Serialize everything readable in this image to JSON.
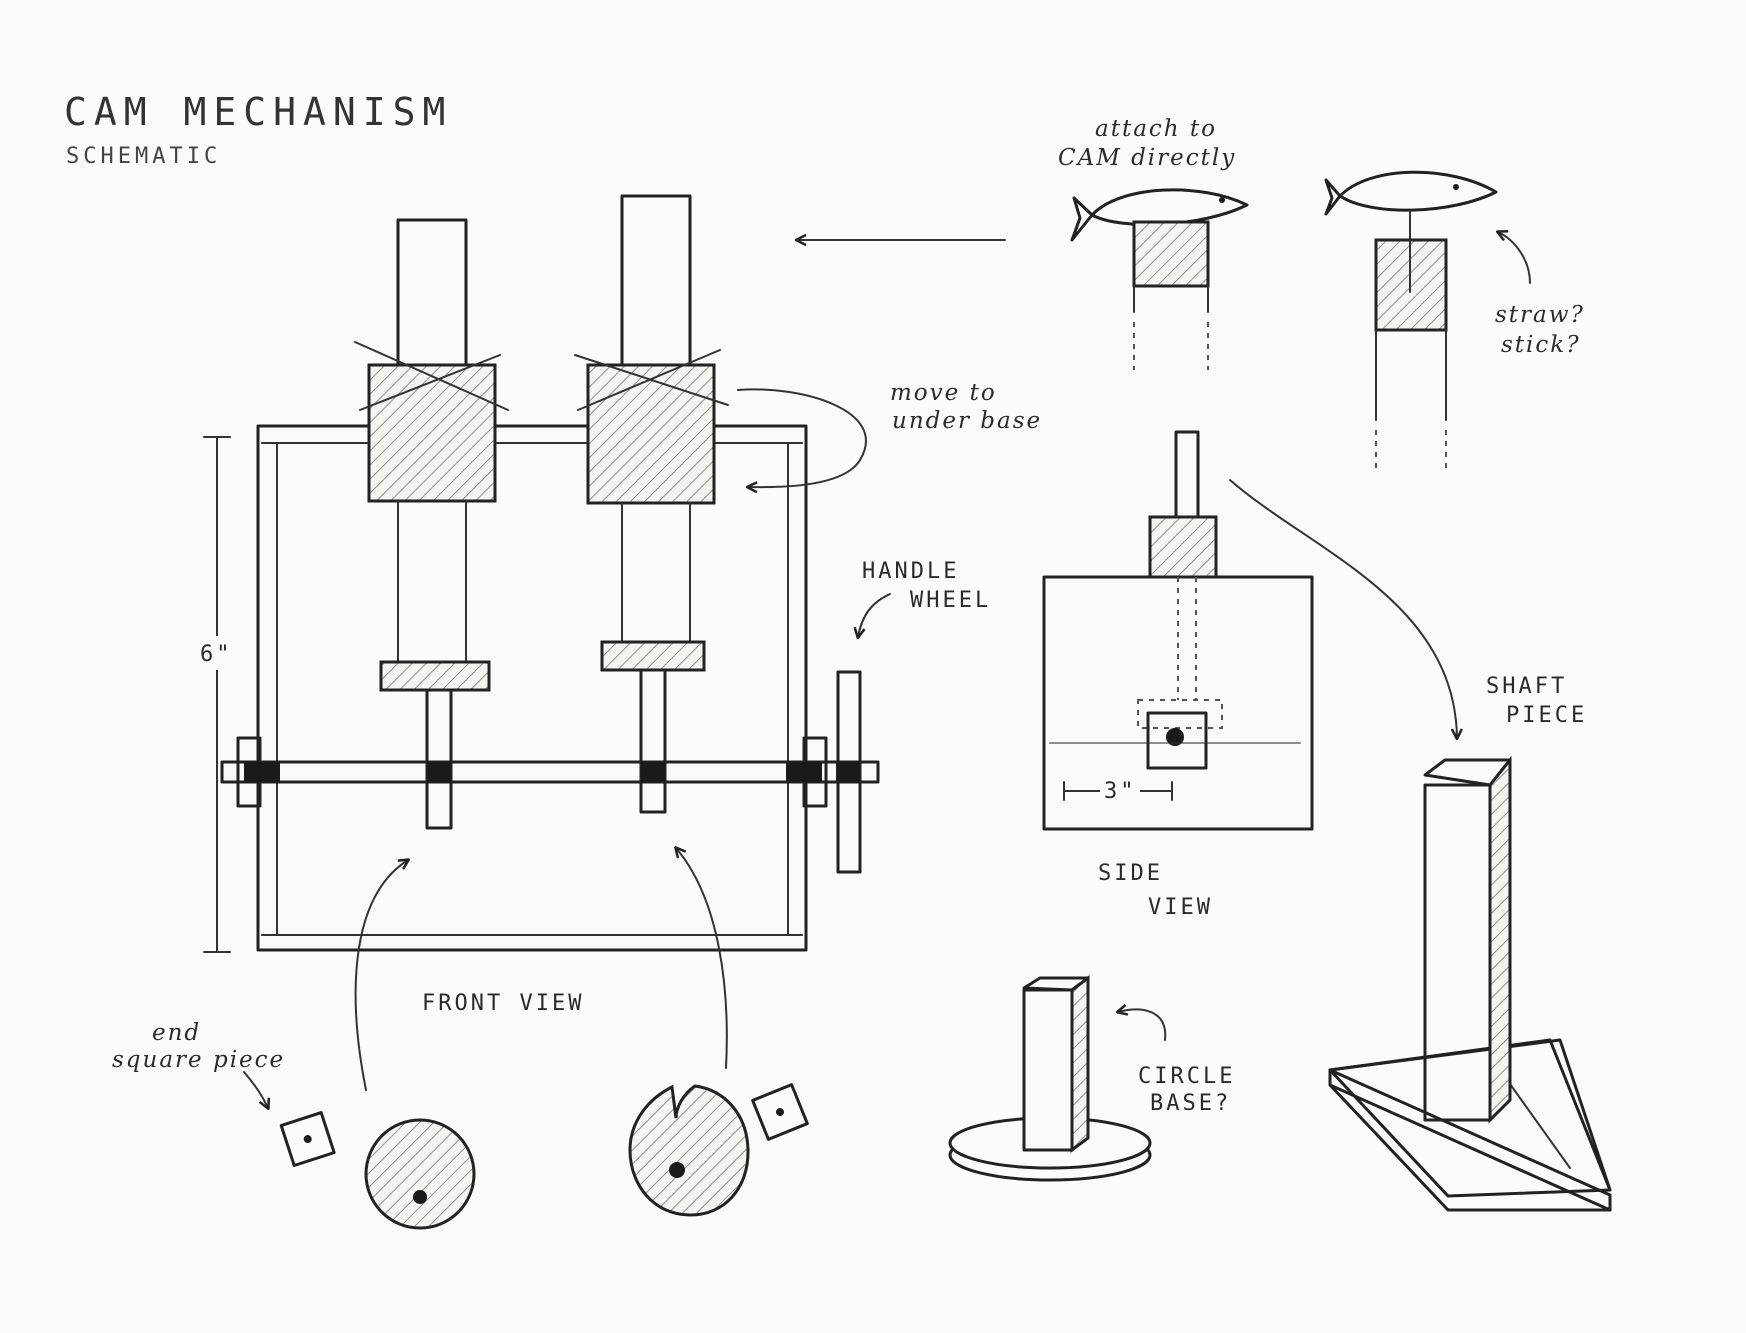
{
  "title": "CAM MECHANISM",
  "subtitle": "SCHEMATIC",
  "labels": {
    "attach_line1": "attach to",
    "attach_line2": "CAM directly",
    "straw_line1": "straw?",
    "straw_line2": "stick?",
    "move_line1": "move to",
    "move_line2": "under base",
    "handle_line1": "HANDLE",
    "handle_line2": "WHEEL",
    "height_dim": "6\"",
    "width_dim": "3\"",
    "side_line1": "SIDE",
    "side_line2": "VIEW",
    "front_view": "FRONT VIEW",
    "shaft_line1": "SHAFT",
    "shaft_line2": "PIECE",
    "end_line1": "end",
    "end_line2": "square piece",
    "circle_line1": "CIRCLE",
    "circle_line2": "BASE?"
  }
}
